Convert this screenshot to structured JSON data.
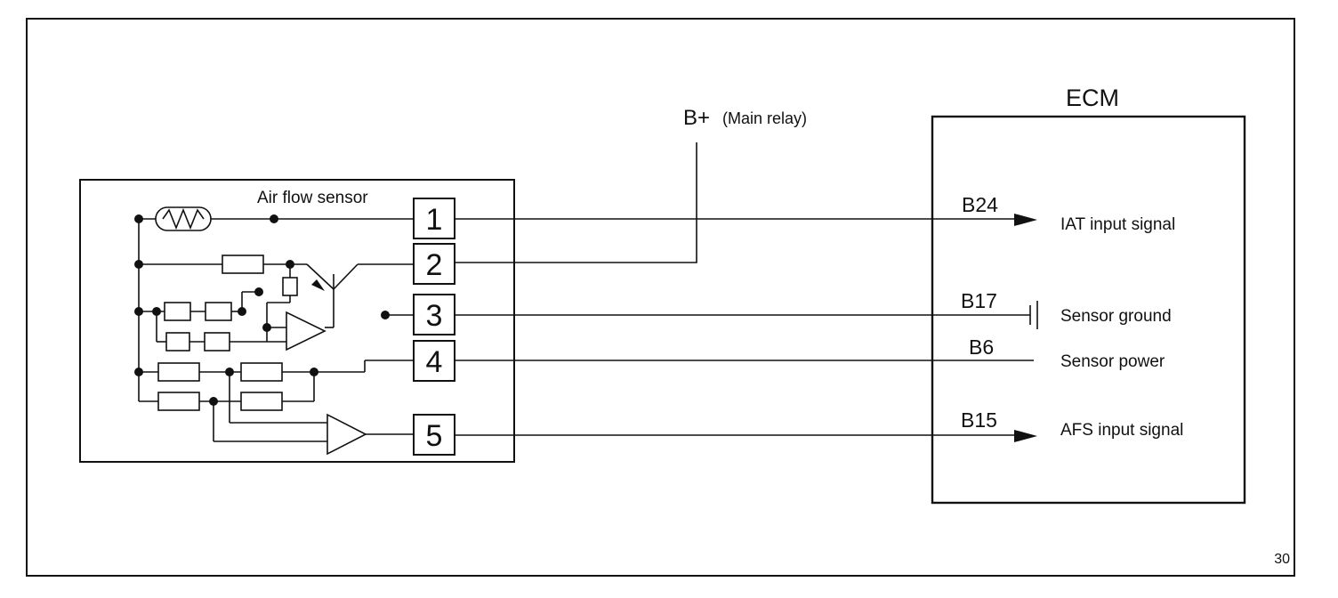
{
  "sensor": {
    "title": "Air flow sensor",
    "pins": [
      "1",
      "2",
      "3",
      "4",
      "5"
    ]
  },
  "power": {
    "label": "B+",
    "note": "(Main relay)"
  },
  "ecm": {
    "title": "ECM",
    "terminals": [
      {
        "code": "B24",
        "signal": "IAT input signal"
      },
      {
        "code": "B17",
        "signal": "Sensor ground"
      },
      {
        "code": "B6",
        "signal": "Sensor power"
      },
      {
        "code": "B15",
        "signal": "AFS input signal"
      }
    ]
  },
  "figure_number": "30"
}
